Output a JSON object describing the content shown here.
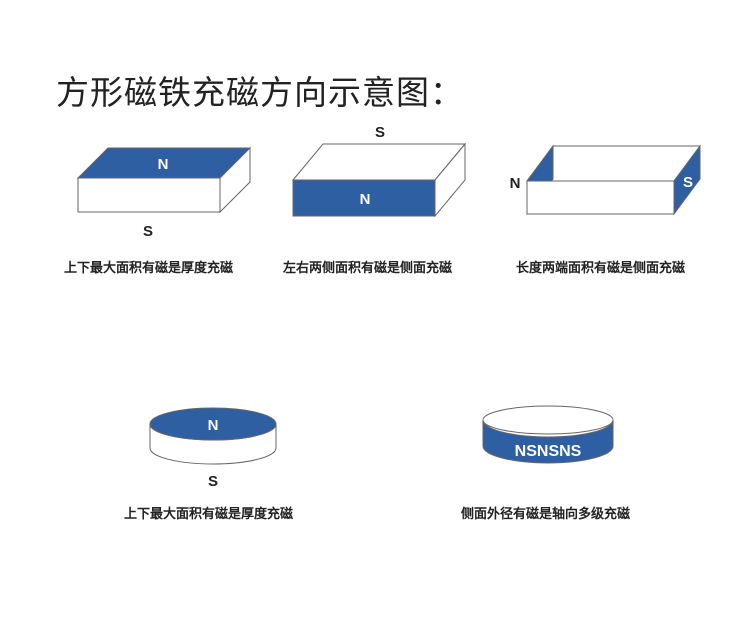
{
  "title": "方形磁铁充磁方向示意图：",
  "figures": [
    {
      "caption": "上下最大面积有磁是厚度充磁",
      "pole_a": "N",
      "pole_b": "S"
    },
    {
      "caption": "左右两侧面积有磁是侧面充磁",
      "pole_a": "S",
      "pole_b": "N"
    },
    {
      "caption": "长度两端面积有磁是侧面充磁",
      "pole_a": "N",
      "pole_b": "S"
    },
    {
      "caption": "上下最大面积有磁是厚度充磁",
      "pole_a": "N",
      "pole_b": "S"
    },
    {
      "caption": "侧面外径有磁是轴向多级充磁",
      "pole_a": "NSNSNS"
    }
  ],
  "colors": {
    "magnet_blue": "#2e5fa3",
    "outline": "#666666",
    "text": "#222222"
  }
}
